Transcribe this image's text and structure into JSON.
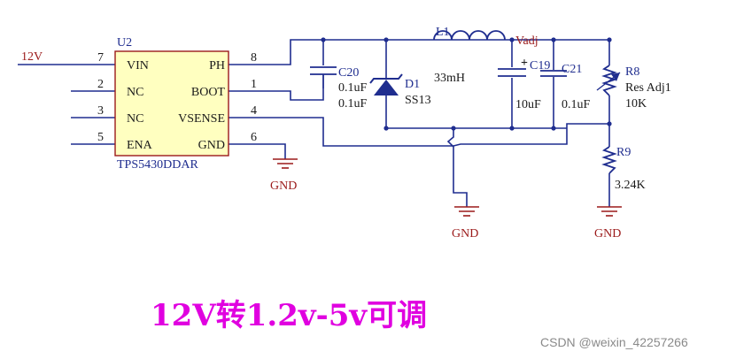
{
  "colors": {
    "wire": "#1f2d8f",
    "ic_fill": "#ffffc0",
    "ic_stroke": "#9b1a1a",
    "label": "#1a1a1a",
    "designator": "#1f2d8f",
    "gnd": "#9b1a1a",
    "net": "#9b1a1a",
    "caption": "#e000e0",
    "watermark": "#8a8a8a"
  },
  "net_12v": "12V",
  "net_vadj": "Vadj",
  "ic": {
    "designator": "U2",
    "part": "TPS5430DDAR",
    "pins_left": [
      {
        "num": "7",
        "name": "VIN"
      },
      {
        "num": "2",
        "name": "NC"
      },
      {
        "num": "3",
        "name": "NC"
      },
      {
        "num": "5",
        "name": "ENA"
      }
    ],
    "pins_right": [
      {
        "num": "8",
        "name": "PH"
      },
      {
        "num": "1",
        "name": "BOOT"
      },
      {
        "num": "4",
        "name": "VSENSE"
      },
      {
        "num": "6",
        "name": "GND"
      }
    ]
  },
  "c20": {
    "designator": "C20",
    "value": "0.1uF"
  },
  "d1": {
    "designator": "D1",
    "value": "0.1uF",
    "part": "SS13"
  },
  "l1": {
    "designator": "L1",
    "value": "33mH"
  },
  "c19": {
    "designator": "C19",
    "value": "10uF"
  },
  "c21": {
    "designator": "C21",
    "value": "0.1uF"
  },
  "r8": {
    "designator": "R8",
    "label": "Res Adj1",
    "value": "10K"
  },
  "r9": {
    "designator": "R9",
    "value": "3.24K"
  },
  "gnd_label": "GND",
  "caption": "12V转1.2v-5v可调",
  "watermark": "CSDN @weixin_42257266"
}
